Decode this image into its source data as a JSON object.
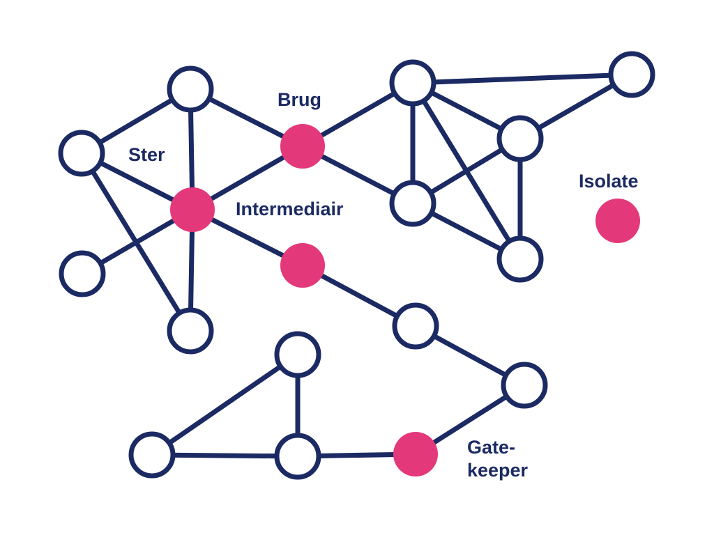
{
  "colors": {
    "line": "#1b2a63",
    "highlight": "#e3397a",
    "node_fill": "#ffffff"
  },
  "nodes": [
    {
      "id": "A",
      "role": "normal"
    },
    {
      "id": "B",
      "role": "normal"
    },
    {
      "id": "C",
      "role": "highlight"
    },
    {
      "id": "D",
      "role": "highlight"
    },
    {
      "id": "E",
      "role": "normal"
    },
    {
      "id": "F",
      "role": "normal"
    },
    {
      "id": "G",
      "role": "highlight"
    },
    {
      "id": "H",
      "role": "normal"
    },
    {
      "id": "I",
      "role": "normal"
    },
    {
      "id": "J",
      "role": "normal"
    },
    {
      "id": "K",
      "role": "normal"
    },
    {
      "id": "L",
      "role": "normal"
    },
    {
      "id": "M",
      "role": "highlight"
    },
    {
      "id": "N",
      "role": "normal"
    },
    {
      "id": "O",
      "role": "normal"
    },
    {
      "id": "P",
      "role": "normal"
    },
    {
      "id": "Q",
      "role": "normal"
    },
    {
      "id": "R",
      "role": "normal"
    },
    {
      "id": "S",
      "role": "highlight"
    }
  ],
  "edges": [
    [
      "B",
      "A"
    ],
    [
      "A",
      "C"
    ],
    [
      "A",
      "D"
    ],
    [
      "B",
      "D"
    ],
    [
      "B",
      "F"
    ],
    [
      "E",
      "D"
    ],
    [
      "D",
      "F"
    ],
    [
      "D",
      "C"
    ],
    [
      "C",
      "H"
    ],
    [
      "C",
      "K"
    ],
    [
      "D",
      "G"
    ],
    [
      "G",
      "N"
    ],
    [
      "N",
      "O"
    ],
    [
      "O",
      "S"
    ],
    [
      "S",
      "R"
    ],
    [
      "R",
      "P"
    ],
    [
      "R",
      "Q"
    ],
    [
      "Q",
      "P"
    ],
    [
      "H",
      "I"
    ],
    [
      "H",
      "K"
    ],
    [
      "H",
      "L"
    ],
    [
      "H",
      "J"
    ],
    [
      "J",
      "I"
    ],
    [
      "J",
      "K"
    ],
    [
      "J",
      "L"
    ],
    [
      "K",
      "L"
    ]
  ],
  "labels": {
    "brug": "Brug",
    "ster": "Ster",
    "intermediair": "Intermediair",
    "isolate": "Isolate",
    "gatekeeper_1": "Gate-",
    "gatekeeper_2": "keeper"
  }
}
